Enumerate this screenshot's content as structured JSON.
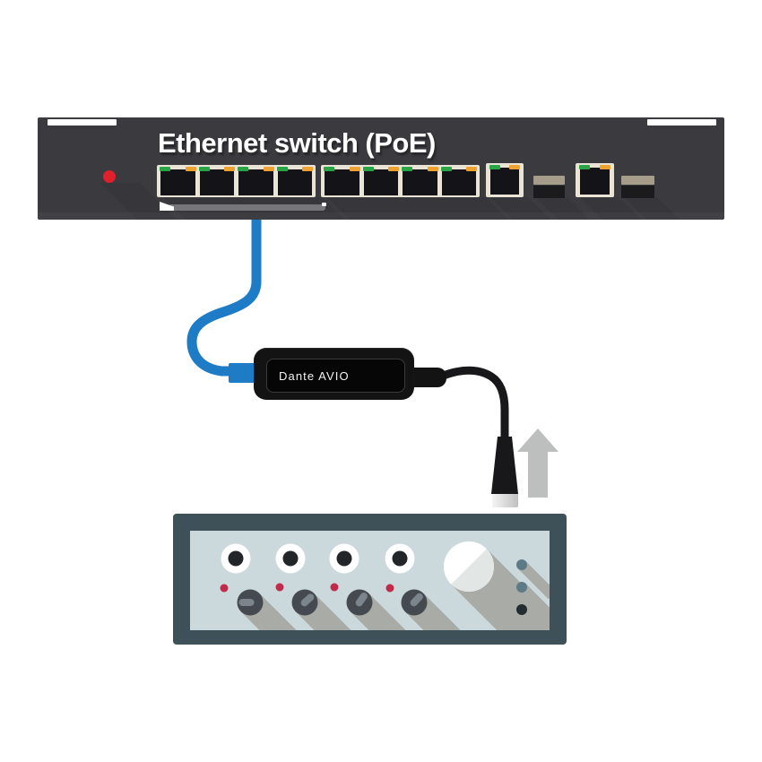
{
  "switch": {
    "label": "Ethernet switch (PoE)",
    "body_color": "#3a3a3f",
    "handle_color": "#ffffff",
    "power_led_color": "#e0202a",
    "tray_color": "#75757a",
    "port": {
      "frame_color": "#e9e4d6",
      "interior_color": "#141418",
      "led_green": "#2aa546",
      "led_orange": "#f0a230"
    },
    "sfp": {
      "top_color": "#a59c8a",
      "bottom_color": "#1b1b1e"
    },
    "port_groups": [
      4,
      4
    ],
    "single_ports": 2,
    "sfp_slots": 2
  },
  "adapter": {
    "label": "Dante AVIO",
    "body_color": "#131313",
    "screen_color": "#060607",
    "label_color": "#f2f2f2"
  },
  "cables": {
    "ethernet_color": "#1e7cc7",
    "audio_color": "#18181b",
    "xlr_tip_colors": [
      "#f5f5f5",
      "#c0c0c0"
    ]
  },
  "arrow": {
    "direction": "up",
    "color": "#bdbebe"
  },
  "device": {
    "chassis_color": "#3e5159",
    "panel_color": "#cbd9dd",
    "shadow_color": "#a9aba7",
    "jack_color": "#ffffff",
    "jack_center_color": "#232629",
    "knob_color": "#454a50",
    "knob_pointer_color": "#7b858b",
    "indicator_color": "#c12a49",
    "dial_color": "#ffffff",
    "dial_shade_color": "#e2e6e5",
    "side_dot_colors": [
      "#5d7a87",
      "#5d7a87",
      "#222c31"
    ],
    "jacks": 4,
    "knobs": 4,
    "indicators": 4
  }
}
